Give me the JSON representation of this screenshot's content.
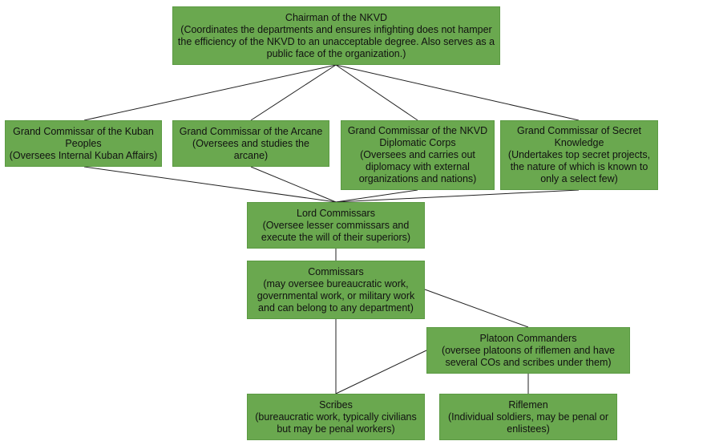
{
  "diagram": {
    "fill_color": "#6aa84f",
    "nodes": {
      "chairman": {
        "title": "Chairman of the NKVD",
        "desc": "(Coordinates the departments and ensures infighting does not hamper the efficiency of the NKVD to an unacceptable degree. Also serves as a public face of the organization.)"
      },
      "kuban": {
        "title": "Grand Commissar of the Kuban Peoples",
        "desc": "(Oversees Internal Kuban Affairs)"
      },
      "arcane": {
        "title": "Grand Commissar of the Arcane",
        "desc": "(Oversees and studies the arcane)"
      },
      "diplomatic": {
        "title": "Grand Commissar of the NKVD Diplomatic Corps",
        "desc": "(Oversees and carries out diplomacy with external organizations and nations)"
      },
      "secret": {
        "title": "Grand Commissar of Secret Knowledge",
        "desc": "(Undertakes top secret projects, the nature of which is known to only a select few)"
      },
      "lord": {
        "title": "Lord Commissars",
        "desc": "(Oversee lesser commissars and execute the will of their superiors)"
      },
      "commissars": {
        "title": "Commissars",
        "desc": "(may oversee bureaucratic work, governmental work, or military work and can belong to any department)"
      },
      "platoon": {
        "title": "Platoon Commanders",
        "desc": "(oversee platoons of riflemen and have several COs and scribes under them)"
      },
      "scribes": {
        "title": "Scribes",
        "desc": "(bureaucratic work, typically civilians but may be penal workers)"
      },
      "riflemen": {
        "title": "Riflemen",
        "desc": "(Individual soldiers, may be penal or enlistees)"
      }
    }
  }
}
